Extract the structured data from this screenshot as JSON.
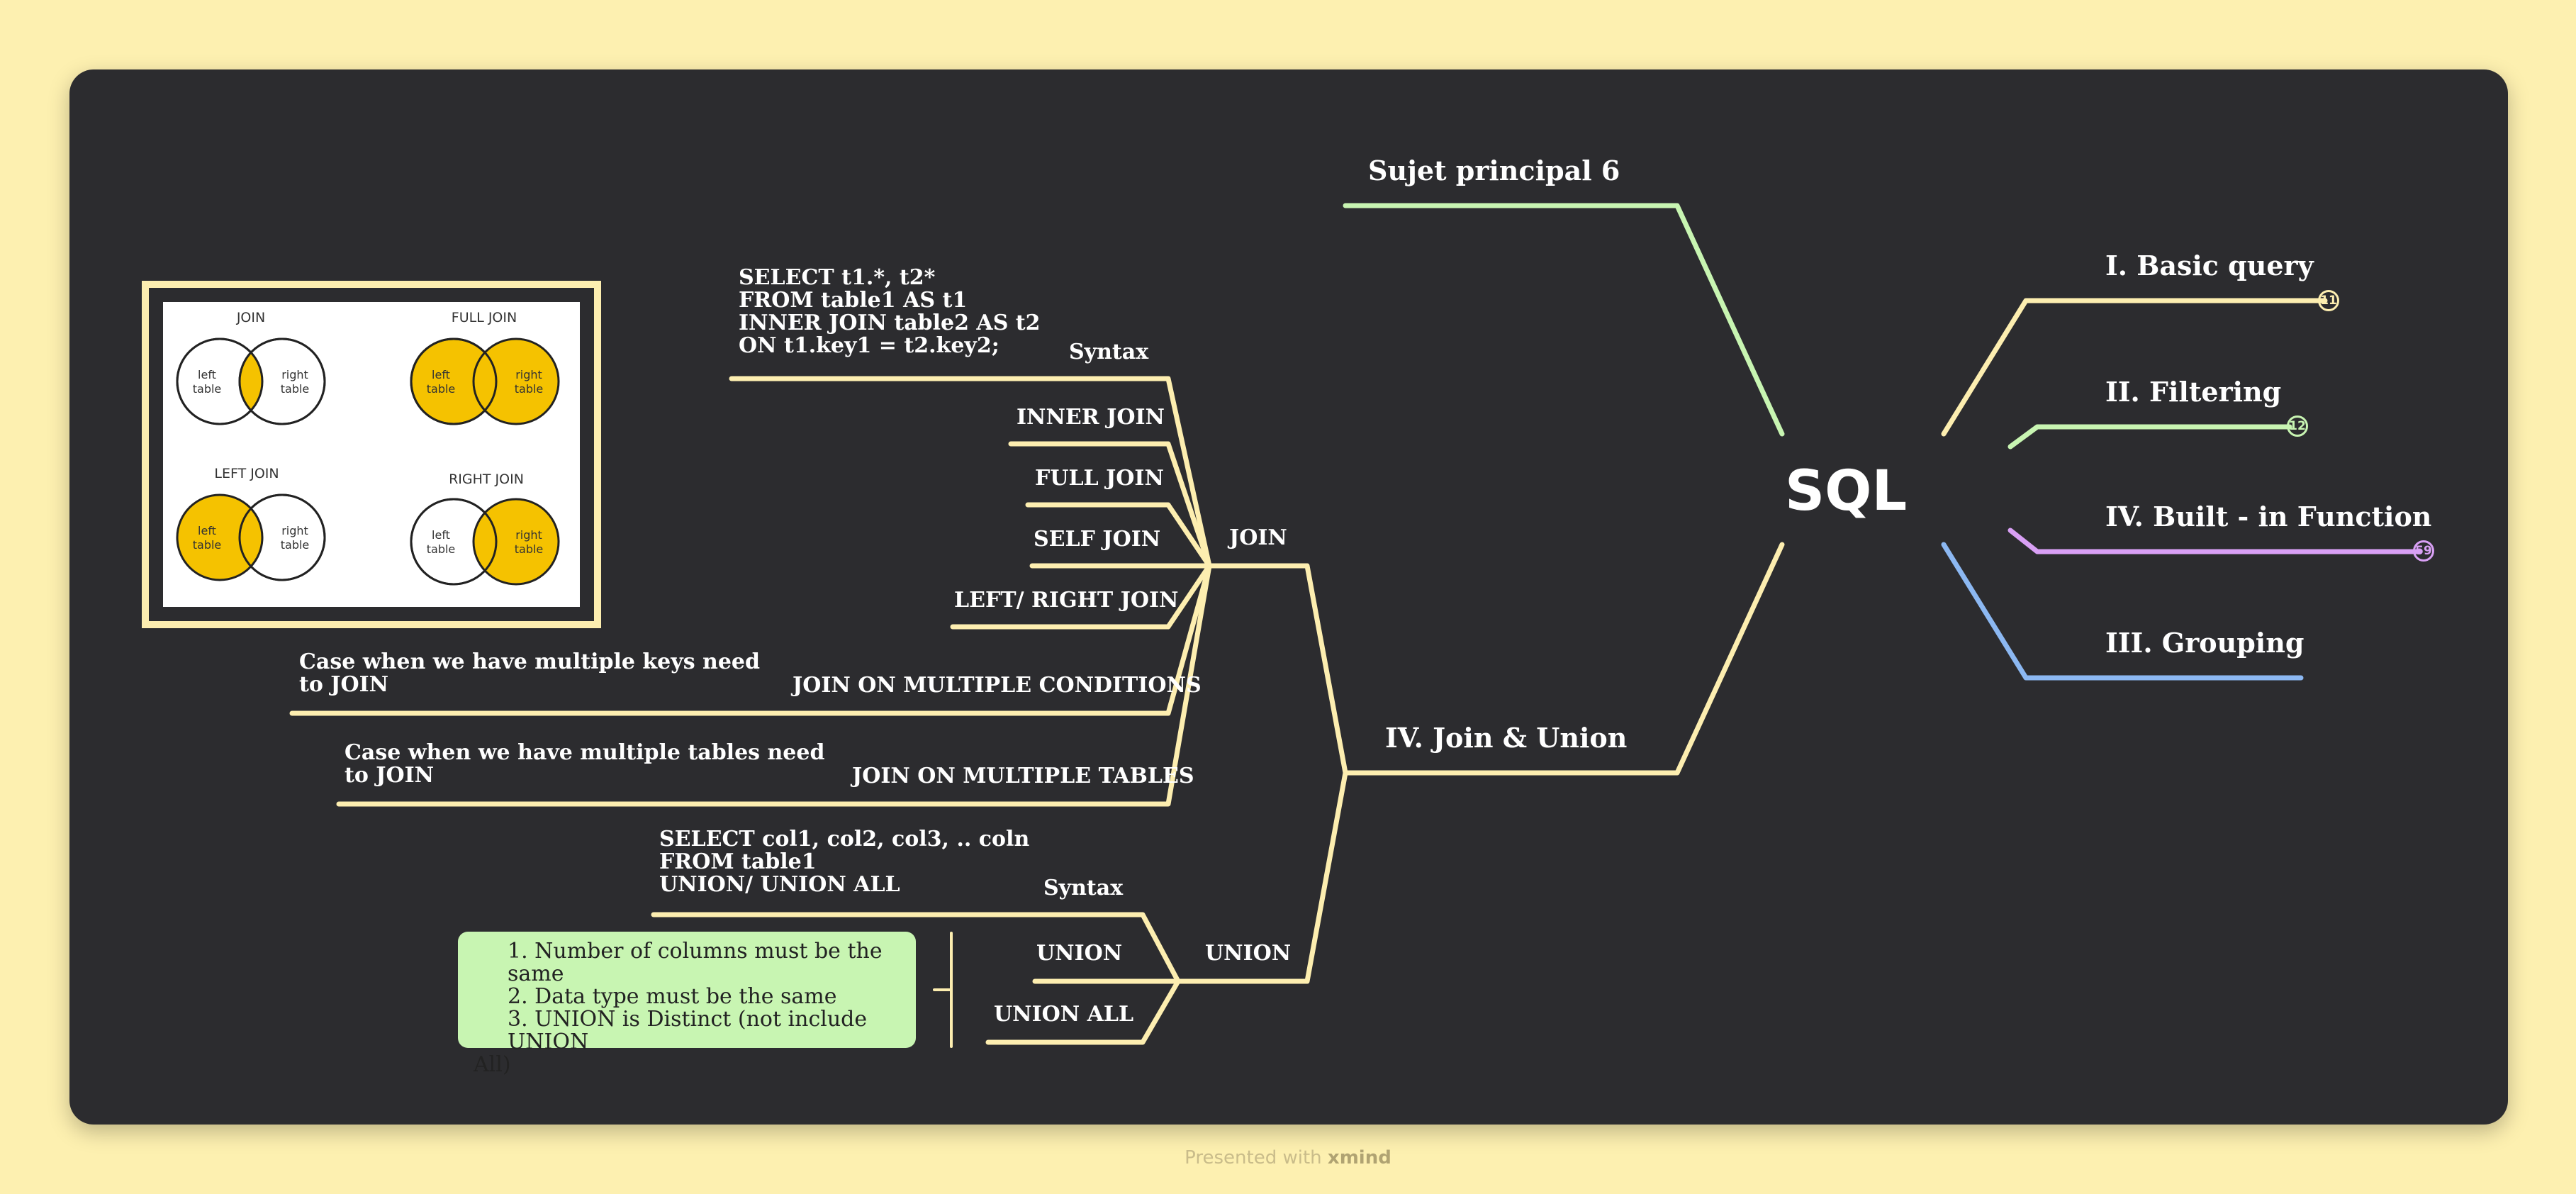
{
  "center": {
    "label": "SQL"
  },
  "topics": [
    {
      "id": "basic",
      "label": "I. Basic query",
      "count": "11",
      "color": "#fdeeb0"
    },
    {
      "id": "filtering",
      "label": "II. Filtering",
      "count": "12",
      "color": "#c8f5b2"
    },
    {
      "id": "builtin",
      "label": "IV. Built - in Function",
      "count": "59",
      "color": "#d9a0f5"
    },
    {
      "id": "grouping",
      "label": "III. Grouping",
      "count": "",
      "color": "#8cb8f2"
    },
    {
      "id": "sujet",
      "label": "Sujet principal 6",
      "color": "#c8f5b2"
    },
    {
      "id": "join_union",
      "label": "IV. Join & Union",
      "color": "#fdeeb0"
    }
  ],
  "join": {
    "label": "JOIN",
    "syntax_label": "Syntax",
    "syntax_code": "SELECT t1.*, t2*\nFROM table1 AS t1\nINNER JOIN table2 AS t2\nON t1.key1 = t2.key2;",
    "inner": "INNER JOIN",
    "full": "FULL JOIN",
    "self": "SELF JOIN",
    "left_right": "LEFT/ RIGHT JOIN",
    "multi_cond": "JOIN ON  MULTIPLE CONDITIONS",
    "multi_cond_note": "Case when we have multiple keys need\nto JOIN",
    "multi_tables": "JOIN ON MULTIPLE  TABLES",
    "multi_tables_note": "Case when we have multiple tables need\nto JOIN"
  },
  "union": {
    "label": "UNION",
    "syntax_label": "Syntax",
    "syntax_code": "SELECT col1, col2, col3, .. coln\nFROM table1\nUNION/ UNION ALL",
    "union": "UNION",
    "union_all": "UNION  ALL",
    "rules": [
      "1. Number of columns must be the same",
      "2. Data type must be the same",
      "3. UNION is Distinct (not include UNION",
      "All)"
    ]
  },
  "venn": {
    "join": "JOIN",
    "full_join": "FULL JOIN",
    "left_join": "LEFT JOIN",
    "right_join": "RIGHT JOIN",
    "left": "left",
    "right": "right",
    "table": "table",
    "fill_color": "#f5c200"
  },
  "footer": {
    "prefix": "Presented with",
    "brand": "xmind"
  },
  "colors": {
    "board": "#2c2c2f",
    "page": "#fdf0b0",
    "branch": "#fdeeb0"
  }
}
